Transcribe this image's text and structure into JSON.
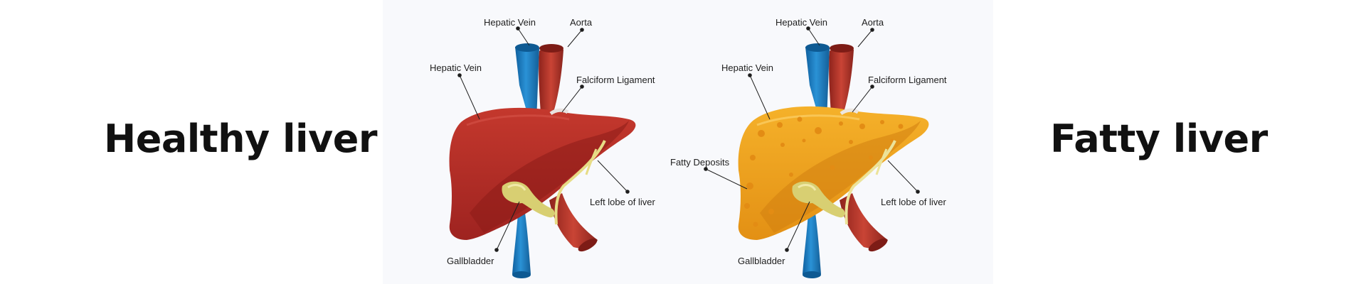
{
  "titles": {
    "healthy": "Healthy liver",
    "fatty": "Fatty liver"
  },
  "healthy_diagram": {
    "labels": {
      "hepatic_vein_top": "Hepatic Vein",
      "aorta": "Aorta",
      "hepatic_vein_left": "Hepatic Vein",
      "falciform_ligament": "Falciform Ligament",
      "left_lobe": "Left lobe of liver",
      "gallbladder": "Gallbladder"
    },
    "colors": {
      "liver": "#b8302a",
      "liver_dark": "#8c1c18",
      "vein": "#1a7fc4",
      "aorta": "#b8382c",
      "gallbladder": "#d8cf72"
    }
  },
  "fatty_diagram": {
    "labels": {
      "hepatic_vein_top": "Hepatic Vein",
      "aorta": "Aorta",
      "hepatic_vein_left": "Hepatic Vein",
      "falciform_ligament": "Falciform Ligament",
      "fatty_deposits": "Fatty Deposits",
      "left_lobe": "Left lobe of liver",
      "gallbladder": "Gallbladder"
    },
    "colors": {
      "liver": "#f0a51c",
      "liver_dark": "#d17f10",
      "fat": "#e8961a",
      "vein": "#1a7fc4",
      "aorta": "#b8382c",
      "gallbladder": "#d8cf72"
    }
  }
}
